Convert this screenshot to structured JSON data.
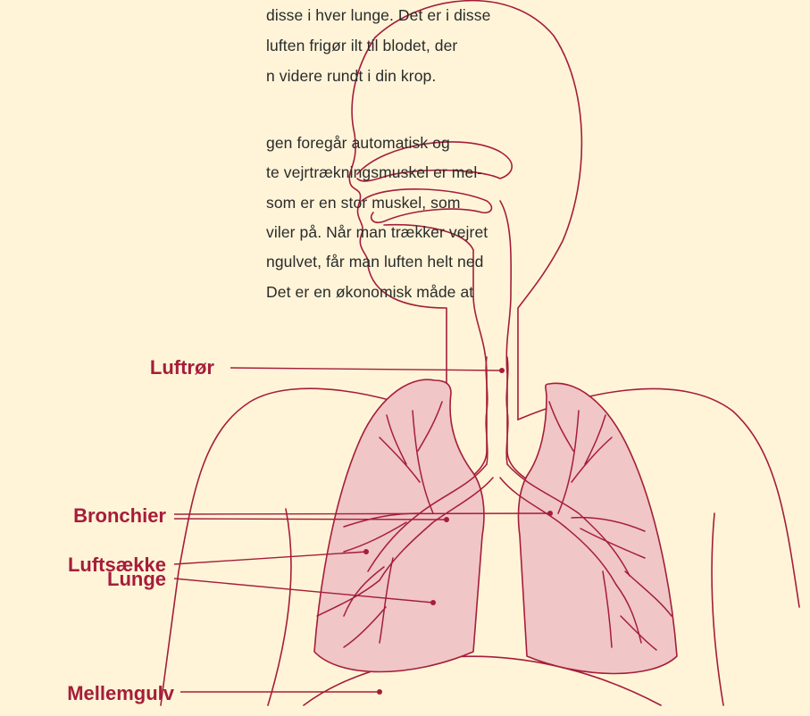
{
  "colors": {
    "background": "#fff4d8",
    "outline": "#a51d3a",
    "lung_fill": "#f0c6c6",
    "label_text": "#a51d3a",
    "body_text": "#2a2a2a"
  },
  "body_text": {
    "lines": [
      "disse i hver lunge. Det er i disse",
      "luften frigør ilt til blodet, der",
      "n videre rundt i din krop.",
      "",
      "gen foregår automatisk og",
      "te vejrtrækningsmuskel er mel-",
      "som er en stor muskel, som",
      "viler på. Når man trækker vejret",
      "ngulvet, får man luften helt ned",
      "Det er en økonomisk måde at"
    ]
  },
  "labels": {
    "luftror": "Luftrør",
    "bronchier": "Bronchier",
    "luftsaekke": "Luftsække",
    "lunge": "Lunge",
    "mellemgulv": "Mellemgulv"
  }
}
